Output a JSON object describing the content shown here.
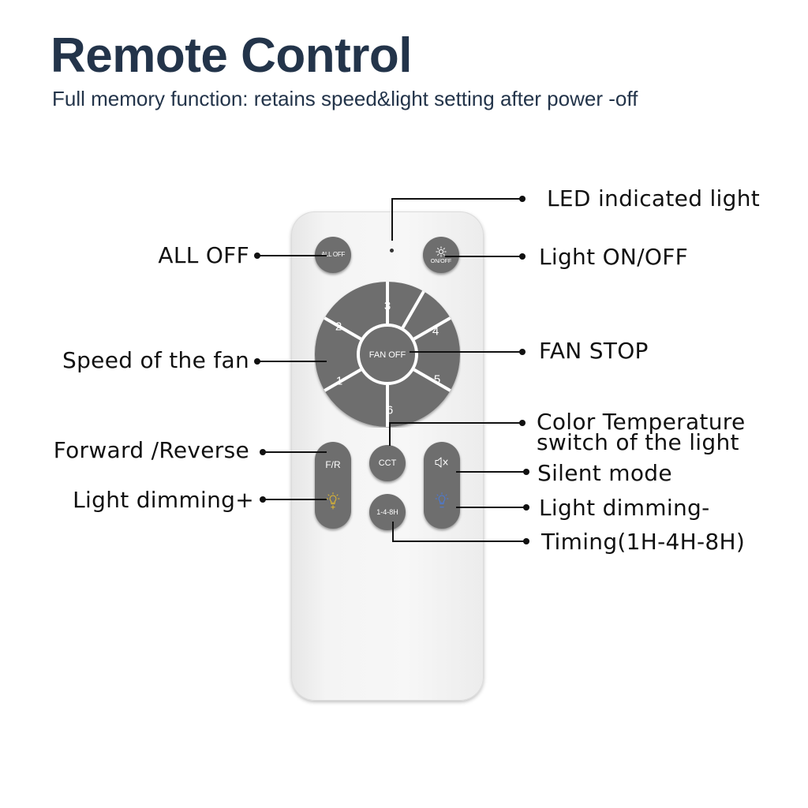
{
  "header": {
    "title": "Remote Control",
    "subtitle": "Full memory function: retains speed&light setting after power -off"
  },
  "remote": {
    "buttons": {
      "all_off": "ALL OFF",
      "on_off": "ON/OFF",
      "fan_off": "FAN OFF",
      "speeds": [
        "1",
        "2",
        "3",
        "4",
        "5",
        "6"
      ],
      "fr": "F/R",
      "cct": "CCT",
      "timer": "1-4-8H"
    }
  },
  "callouts": {
    "led_indicated_light": "LED indicated light",
    "all_off": "ALL OFF",
    "light_on_off": "Light ON/OFF",
    "speed_of_fan": "Speed of the fan",
    "fan_stop": "FAN STOP",
    "color_temp_line1": "Color Temperature",
    "color_temp_line2": "switch of the light",
    "forward_reverse": "Forward /Reverse",
    "silent_mode": "Silent mode",
    "light_dimming_plus": "Light dimming+",
    "light_dimming_minus": "Light dimming-",
    "timing": "Timing(1H-4H-8H)"
  },
  "colors": {
    "title": "#23344a",
    "button": "#6e6e6e",
    "remote_body": "#f4f4f4",
    "bulb_warm": "#e0b830",
    "bulb_cool": "#4a7ad8"
  }
}
